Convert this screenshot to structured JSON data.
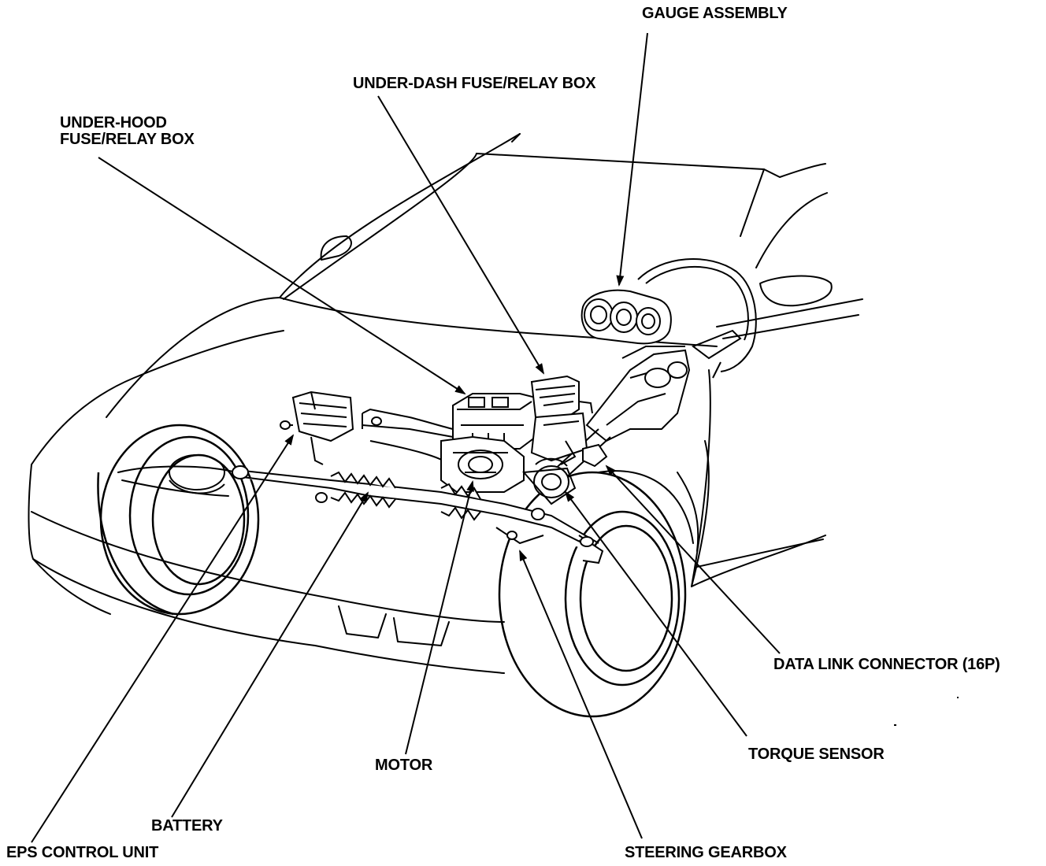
{
  "diagram": {
    "labels": {
      "gauge_assembly": "GAUGE ASSEMBLY",
      "under_dash_fuse_relay_box": "UNDER-DASH FUSE/RELAY BOX",
      "under_hood_fuse_relay_box_line1": "UNDER-HOOD",
      "under_hood_fuse_relay_box_line2": "FUSE/RELAY BOX",
      "data_link_connector": "DATA LINK CONNECTOR (16P)",
      "torque_sensor": "TORQUE SENSOR",
      "motor": "MOTOR",
      "battery": "BATTERY",
      "eps_control_unit": "EPS CONTROL UNIT",
      "steering_gearbox": "STEERING GEARBOX"
    },
    "colors": {
      "ink": "#000000",
      "paper": "#ffffff"
    }
  }
}
